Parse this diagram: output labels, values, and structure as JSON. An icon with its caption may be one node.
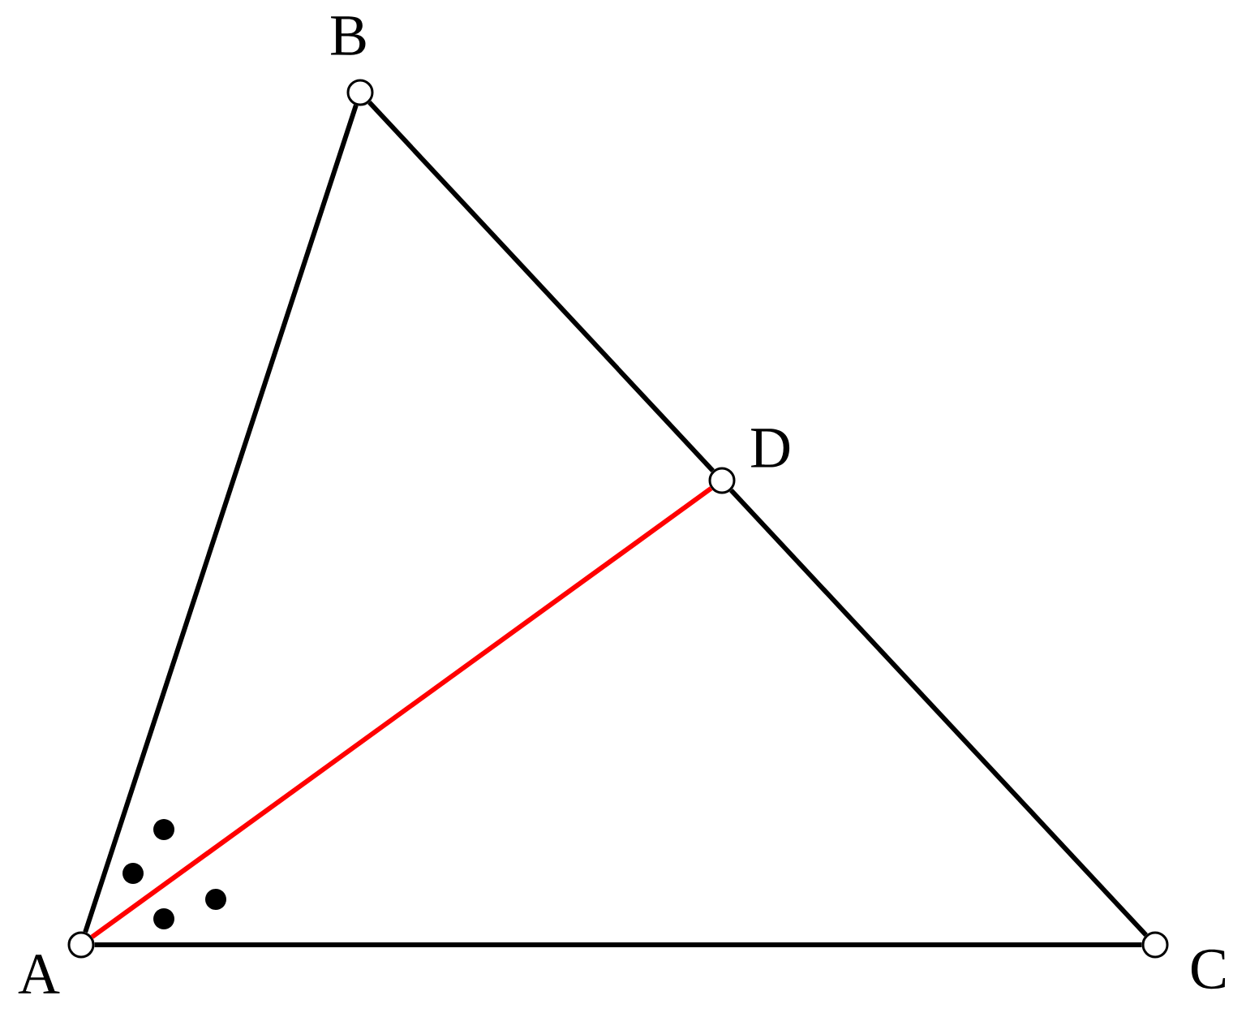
{
  "diagram": {
    "nodes": [
      {
        "text": [
          "A"
        ]
      },
      {
        "text": [
          "B"
        ]
      },
      {
        "text": [
          "C"
        ]
      },
      {
        "text": [
          "D"
        ]
      }
    ],
    "edges": [
      {
        "from": 0,
        "to": 1,
        "arrow": "none"
      },
      {
        "from": 1,
        "to": 3,
        "arrow": "none"
      },
      {
        "from": 3,
        "to": 2,
        "arrow": "none"
      },
      {
        "from": 0,
        "to": 2,
        "arrow": "none"
      },
      {
        "from": 0,
        "to": 3,
        "arrow": "none",
        "color": "#ff0000"
      }
    ]
  }
}
